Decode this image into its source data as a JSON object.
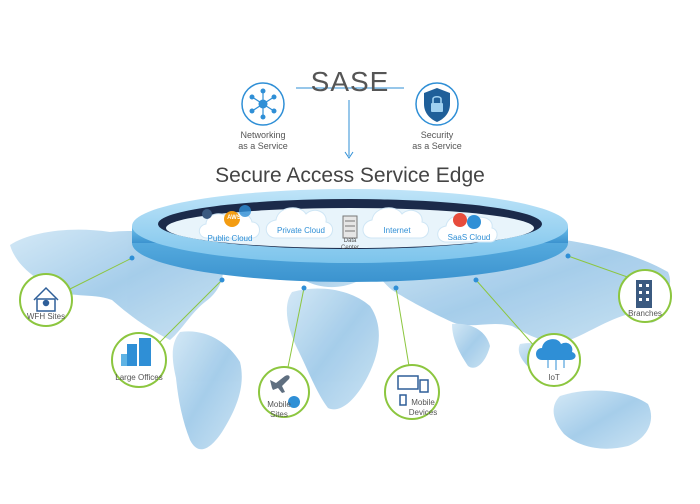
{
  "header": {
    "title": "SASE",
    "subtitle": "Secure Access Service Edge"
  },
  "services": {
    "networking": {
      "line1": "Networking",
      "line2": "as a Service",
      "icon": "network-hub-icon"
    },
    "security": {
      "line1": "Security",
      "line2": "as a Service",
      "icon": "shield-lock-icon"
    }
  },
  "ring": {
    "items": [
      {
        "label": "Public Cloud",
        "badge": "AWS"
      },
      {
        "label": "Private Cloud"
      },
      {
        "label_line1": "Data",
        "label_line2": "Center"
      },
      {
        "label": "Internet"
      },
      {
        "label": "SaaS Cloud"
      }
    ]
  },
  "sites": [
    {
      "label": "WFH Sites",
      "icon": "home-office-icon"
    },
    {
      "label": "Large Offices",
      "icon": "office-buildings-icon"
    },
    {
      "label_line1": "Mobile",
      "label_line2": "Sites",
      "icon": "airplane-icon"
    },
    {
      "label_line1": "Mobile",
      "label_line2": "Devices",
      "icon": "devices-icon"
    },
    {
      "label": "IoT",
      "icon": "iot-cloud-icon"
    },
    {
      "label": "Branches",
      "icon": "building-icon"
    }
  ],
  "colors": {
    "accent_blue": "#2f8fd6",
    "ring_blue": "#5fb3e4",
    "ring_dark": "#1b2a4a",
    "site_green": "#8cc63f",
    "map_blue": "#a9cfe9",
    "cloud_orange": "#f39c12",
    "saas_red": "#e74c3c"
  }
}
